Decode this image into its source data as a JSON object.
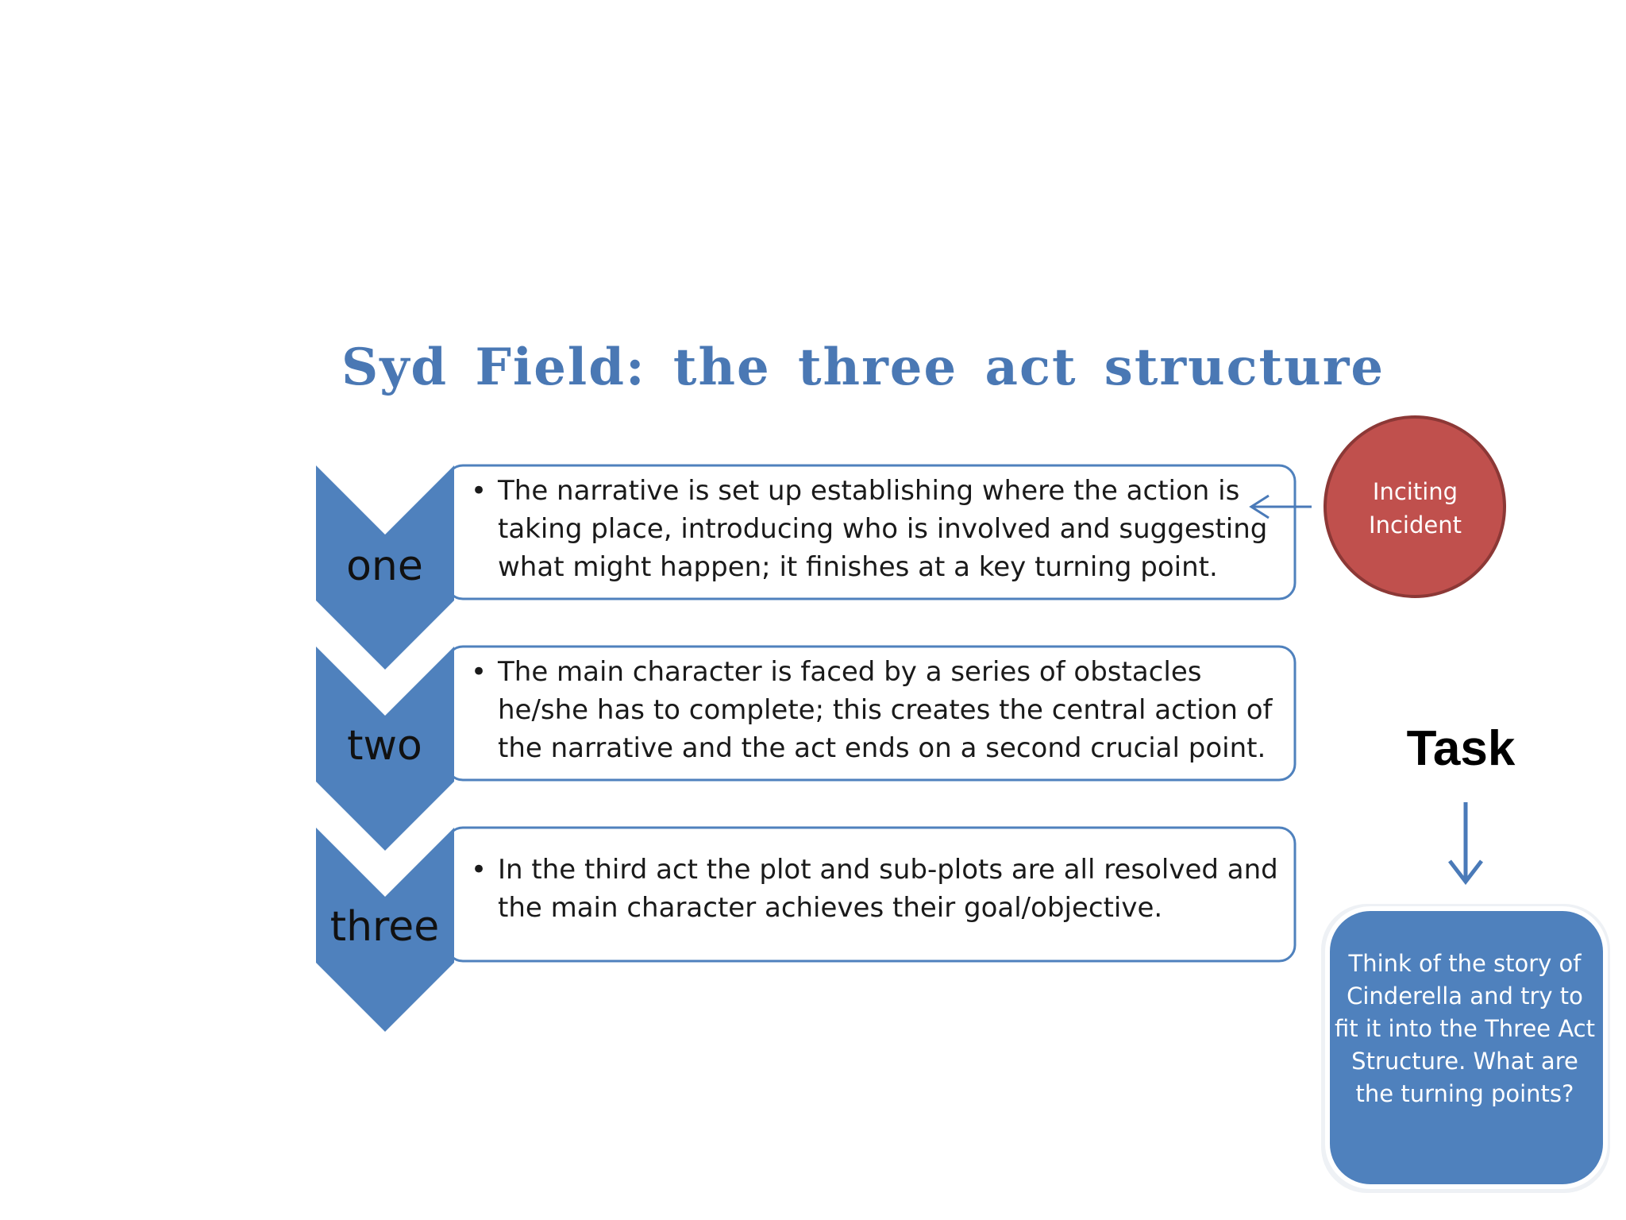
{
  "title": "Syd Field: the three act structure",
  "acts": [
    {
      "label": "one",
      "text": "The narrative is set up establishing where the action is taking place, introducing who is involved and suggesting what might happen; it finishes at a key turning point."
    },
    {
      "label": "two",
      "text": "The main character is faced by a series of obstacles he/she has to complete; this creates the central action of the narrative and the act ends on a second crucial point."
    },
    {
      "label": "three",
      "text": "In the third act the plot and sub-plots are all resolved and the main character achieves their goal/objective."
    }
  ],
  "bullet_glyph": "•",
  "inciting_incident": {
    "label": "Inciting Incident"
  },
  "task": {
    "heading": "Task",
    "text": "Think of the story of Cinderella and try to fit it into the Three Act Structure. What are the turning points?"
  },
  "colors": {
    "title": "#4a78b4",
    "chevron": "#4f81bd",
    "box_border": "#4f81bd",
    "circle_fill": "#c0504d",
    "circle_border": "#8c3836",
    "task_box_fill": "#4f81bd",
    "arrow": "#4a7ab8"
  }
}
